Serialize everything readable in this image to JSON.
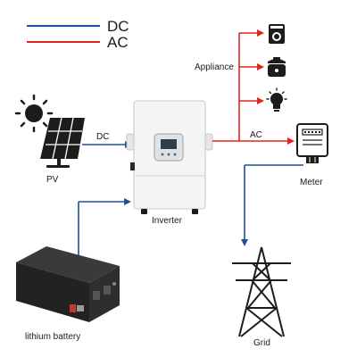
{
  "legend": {
    "dc_label": "DC",
    "ac_label": "AC"
  },
  "colors": {
    "dc": "#1f4f9a",
    "ac": "#e0261b",
    "device_dark": "#1c1c1c",
    "inverter_body": "#f4f4f4",
    "battery_body": "#2b2b2b"
  },
  "flow_labels": {
    "dc": "DC",
    "ac": "AC"
  },
  "nodes": {
    "pv": "PV",
    "inverter": "Inverter",
    "appliance": "Appliance",
    "meter": "Meter",
    "battery": "lithium battery",
    "grid": "Grid"
  },
  "icons": [
    "sun-icon",
    "solar-panel-icon",
    "washing-machine-icon",
    "rice-cooker-icon",
    "light-bulb-icon",
    "electric-meter-icon",
    "transmission-tower-icon",
    "battery-icon"
  ]
}
